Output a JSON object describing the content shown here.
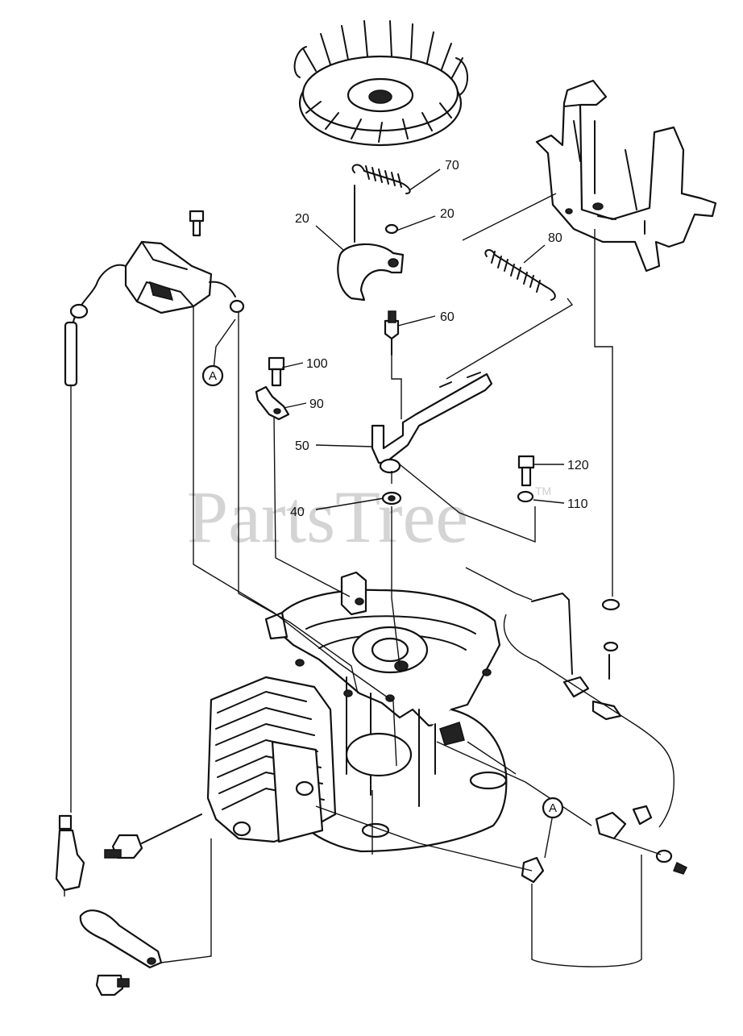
{
  "watermark": {
    "text": "PartsTree",
    "trademark": "TM"
  },
  "callouts": [
    {
      "id": "70",
      "label": "70"
    },
    {
      "id": "20a",
      "label": "20"
    },
    {
      "id": "20b",
      "label": "20"
    },
    {
      "id": "80",
      "label": "80"
    },
    {
      "id": "60",
      "label": "60"
    },
    {
      "id": "100",
      "label": "100"
    },
    {
      "id": "90",
      "label": "90"
    },
    {
      "id": "50",
      "label": "50"
    },
    {
      "id": "120",
      "label": "120"
    },
    {
      "id": "40",
      "label": "40"
    },
    {
      "id": "110",
      "label": "110"
    }
  ],
  "connectors": [
    {
      "id": "A1",
      "letter": "A"
    },
    {
      "id": "A2",
      "letter": "A"
    }
  ],
  "colors": {
    "line": "#111111",
    "watermark": "#d4d4d4",
    "background": "#ffffff"
  }
}
